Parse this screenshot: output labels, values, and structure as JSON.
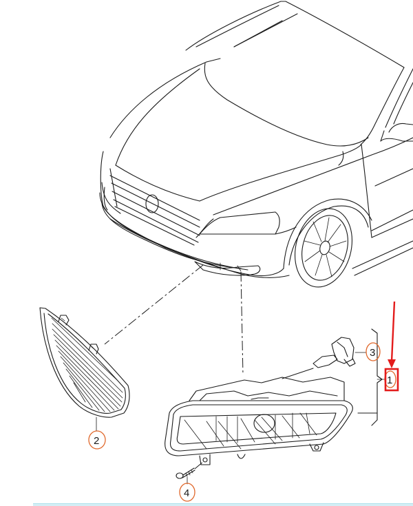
{
  "diagram": {
    "type": "exploded parts diagram",
    "subject": "Vehicle front bumper fog light assembly",
    "callouts": [
      {
        "id": "1",
        "label": "1",
        "part": "fog-light-assembly",
        "highlighted": true
      },
      {
        "id": "2",
        "label": "2",
        "part": "bumper-grille-insert"
      },
      {
        "id": "3",
        "label": "3",
        "part": "fog-light-bulb"
      },
      {
        "id": "4",
        "label": "4",
        "part": "mounting-screw"
      }
    ],
    "colors": {
      "line": "#1a1a1a",
      "callout_circle": "#e0672a",
      "highlight": "#e31b1b",
      "bottom_bar": "#d4eef5"
    }
  }
}
